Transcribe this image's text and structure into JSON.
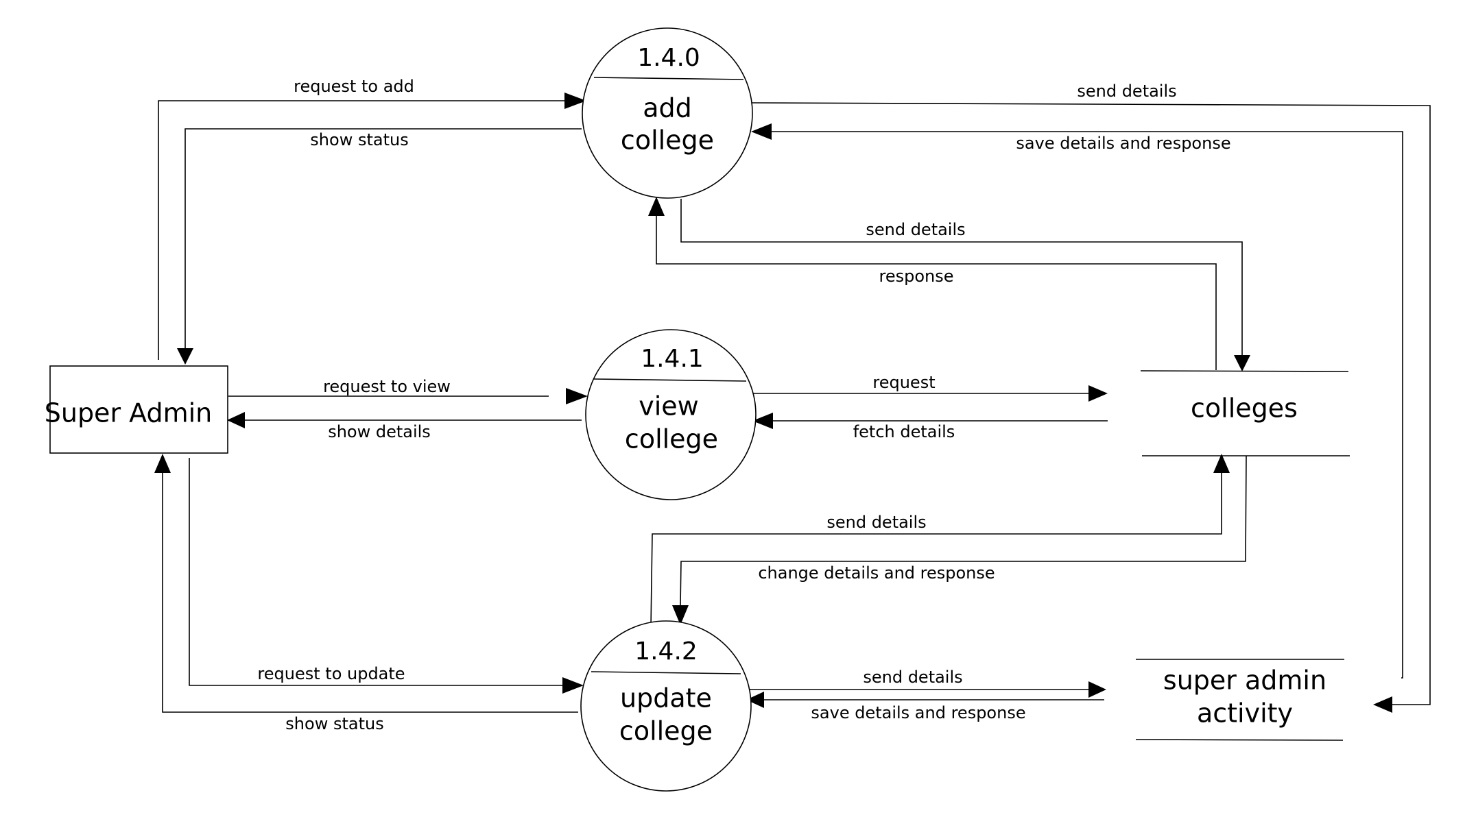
{
  "entities": {
    "super_admin": {
      "label": "Super Admin"
    }
  },
  "processes": [
    {
      "id": "1.4.0",
      "line1": "add",
      "line2": "college"
    },
    {
      "id": "1.4.1",
      "line1": "view",
      "line2": "college"
    },
    {
      "id": "1.4.2",
      "line1": "update",
      "line2": "college"
    }
  ],
  "stores": {
    "colleges": {
      "line1": "colleges"
    },
    "activity": {
      "line1": "super admin",
      "line2": "activity"
    }
  },
  "flows": {
    "request_to_add": "request to add",
    "show_status_add": "show status",
    "send_details_add_activity": "send details",
    "save_details_add": "save details and response",
    "send_details_add_colleges": "send details",
    "response_add": "response",
    "request_to_view": "request to view",
    "show_details": "show details",
    "request_view": "request",
    "fetch_details": "fetch details",
    "send_details_update_colleges": "send details",
    "change_details": "change details and response",
    "request_to_update": "request to update",
    "show_status_update": "show status",
    "send_details_update_activity": "send details",
    "save_details_update": "save details and response"
  }
}
